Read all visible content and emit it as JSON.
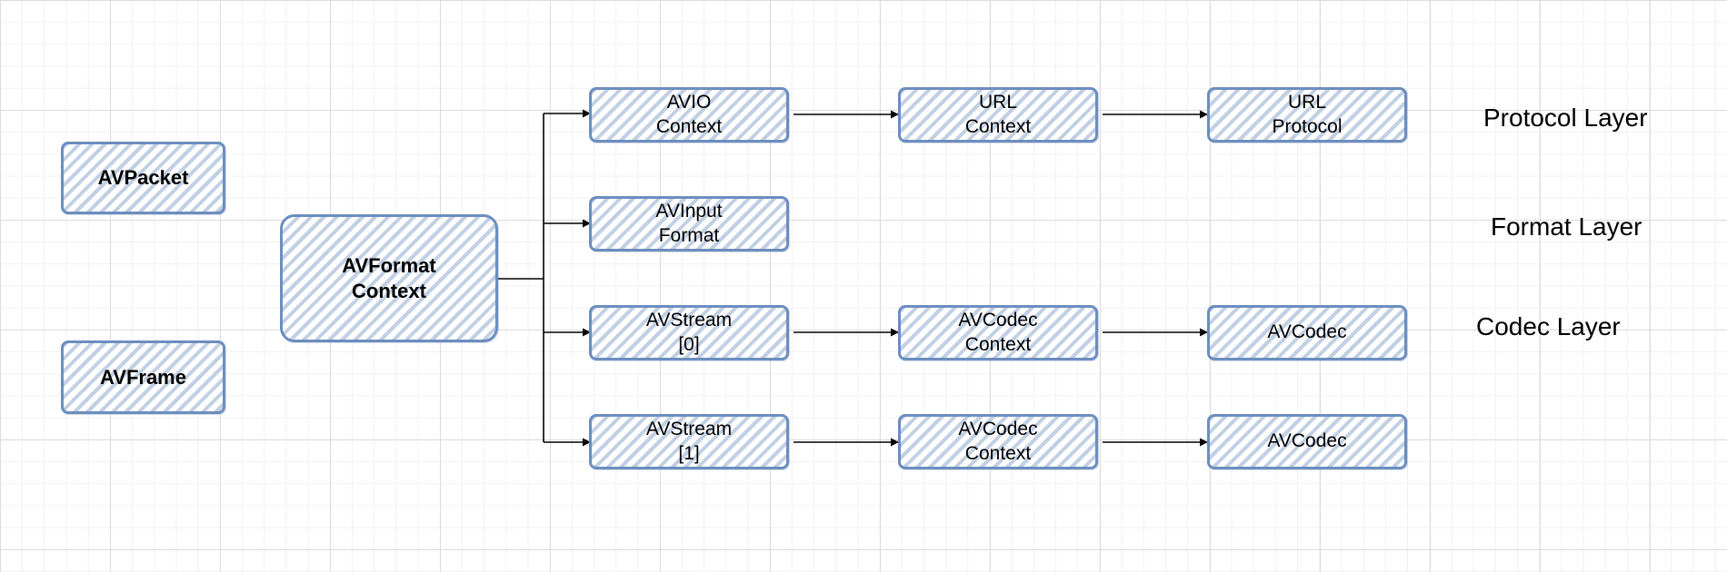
{
  "diagram": {
    "nodes": {
      "avpacket": "AVPacket",
      "avframe": "AVFrame",
      "avformat_context": "AVFormat\nContext",
      "avio_context": "AVIO\nContext",
      "url_context": "URL\nContext",
      "url_protocol": "URL\nProtocol",
      "avinput_format": "AVInput\nFormat",
      "avstream_0": "AVStream\n[0]",
      "avcodec_context_0": "AVCodec\nContext",
      "avcodec_0": "AVCodec",
      "avstream_1": "AVStream\n[1]",
      "avcodec_context_1": "AVCodec\nContext",
      "avcodec_1": "AVCodec"
    },
    "layers": {
      "protocol": "Protocol Layer",
      "format": "Format Layer",
      "codec": "Codec Layer"
    },
    "colors": {
      "node_border": "#6c8ebf",
      "node_hatch": "#6c8ebf",
      "connector": "#000000"
    }
  }
}
